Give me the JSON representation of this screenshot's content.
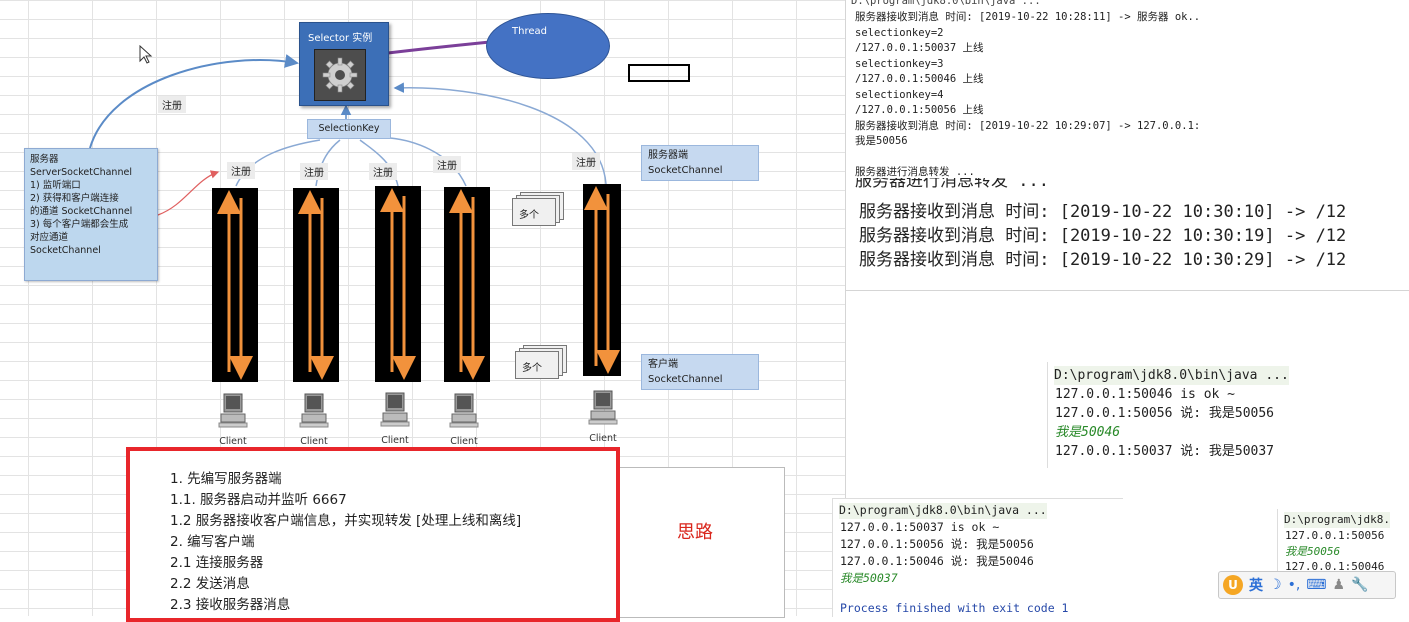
{
  "diagram": {
    "selector_title": "Selector 实例",
    "thread_label": "Thread",
    "selection_key": "SelectionKey",
    "register_labels": [
      "注册",
      "注册",
      "注册",
      "注册",
      "注册",
      "注册"
    ],
    "server_box": [
      "服务器",
      "ServerSocketChannel",
      "1) 监听端口",
      "2) 获得和客户端连接",
      "的通道 SocketChannel",
      "3) 每个客户端都会生成",
      "对应通道",
      "SocketChannel"
    ],
    "multi_label": "多个",
    "server_side": [
      "服务器端",
      "SocketChannel"
    ],
    "client_side": [
      "客户端",
      "SocketChannel"
    ],
    "client_label": "Client"
  },
  "notes": {
    "lines": [
      "1. 先编写服务器端",
      "1.1. 服务器启动并监听 6667",
      "1.2  服务器接收客户端信息，并实现转发 [处理上线和离线]",
      "2. 编写客户端",
      "2.1 连接服务器",
      "2.2 发送消息",
      "2.3 接收服务器消息"
    ],
    "side_label": "思路"
  },
  "server_console": {
    "header": "D:\\program\\jdk8.0\\bin\\java ...",
    "lines": [
      "服务器接收到消息 时间: [2019-10-22 10:28:11] -> 服务器 ok..",
      "selectionkey=2",
      "/127.0.0.1:50037 上线",
      "selectionkey=3",
      "/127.0.0.1:50046 上线",
      "selectionkey=4",
      "/127.0.0.1:50056 上线",
      "服务器接收到消息 时间: [2019-10-22 10:29:07] -> 127.0.0.1:",
      "  我是50056",
      "",
      "服务器进行消息转发 ..."
    ],
    "zoom_partial": "服务器进行消息转发 ...",
    "zoom_lines": [
      "服务器接收到消息 时间: [2019-10-22 10:30:10] -> /12",
      "服务器接收到消息 时间: [2019-10-22 10:30:19] -> /12",
      "服务器接收到消息 时间: [2019-10-22 10:30:29] -> /12"
    ]
  },
  "client_console_1": {
    "header": "D:\\program\\jdk8.0\\bin\\java ...",
    "lines": [
      "127.0.0.1:50046 is ok ~",
      "127.0.0.1:50056 说: 我是50056"
    ],
    "own": "我是50046",
    "after": "127.0.0.1:50037 说: 我是50037"
  },
  "client_console_2": {
    "header": "D:\\program\\jdk8.0\\bin\\java ...",
    "lines": [
      "127.0.0.1:50037 is ok ~",
      "127.0.0.1:50056 说: 我是50056",
      "127.0.0.1:50046 说: 我是50046"
    ],
    "own": "我是50037",
    "exit": "Process finished with exit code 1"
  },
  "client_console_3": {
    "header": "D:\\program\\jdk8.",
    "line1": "127.0.0.1:50056",
    "own": "我是50056",
    "line2": "127.0.0.1:50046"
  },
  "ime": {
    "lang": "英"
  }
}
